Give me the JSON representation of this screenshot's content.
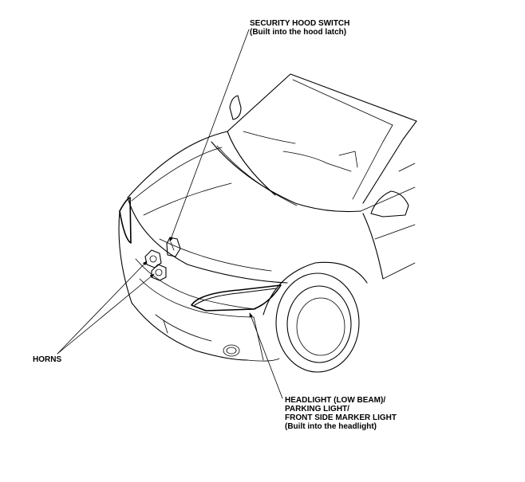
{
  "labels": {
    "security_hood_switch": [
      "SECURITY HOOD SWITCH",
      "(Built into the hood latch)"
    ],
    "horns": "HORNS",
    "headlight": [
      "HEADLIGHT (LOW BEAM)/",
      "PARKING LIGHT/",
      "FRONT SIDE MARKER LIGHT",
      "(Built into the headlight)"
    ]
  }
}
